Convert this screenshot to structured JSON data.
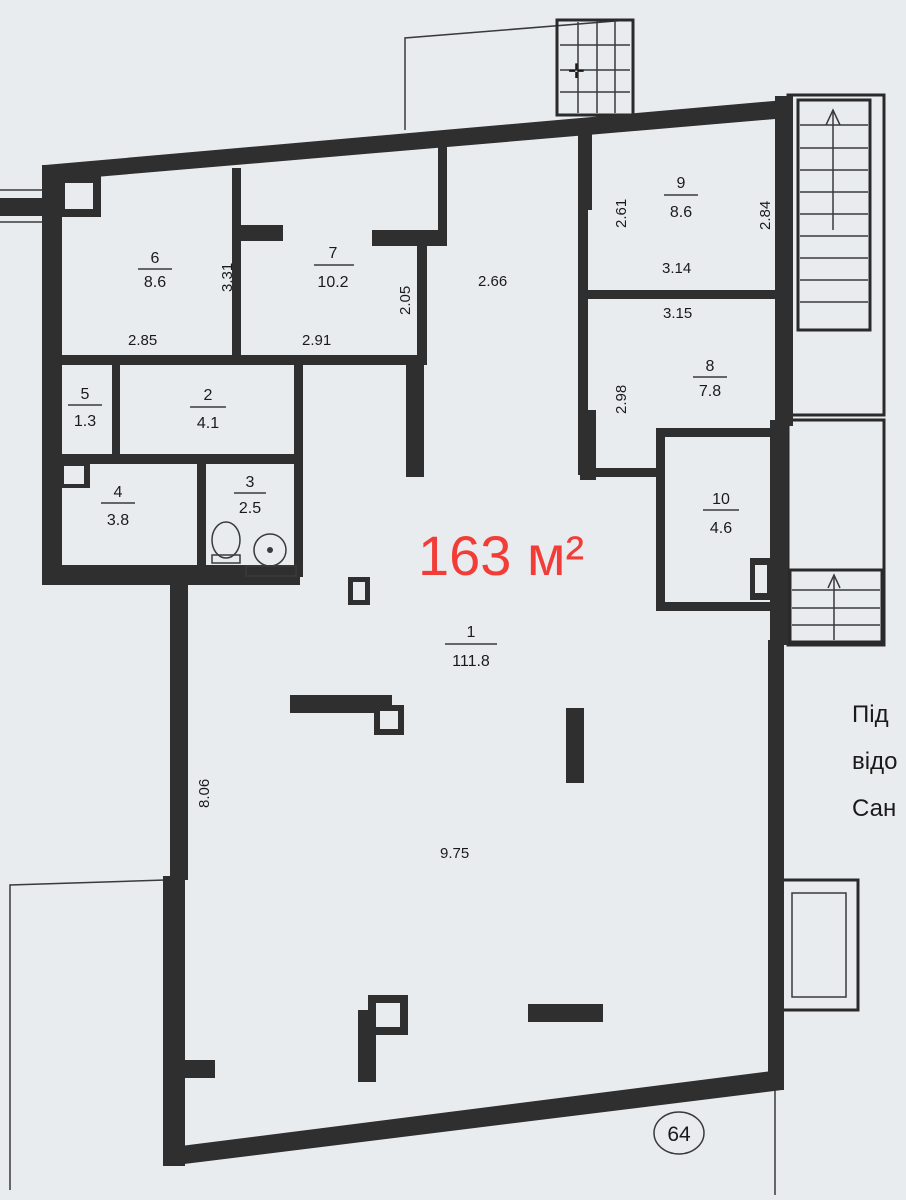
{
  "plan": {
    "total_area": "163 м²",
    "building_number": "64",
    "side_note": [
      "Під",
      "відо",
      "Сан"
    ],
    "rooms": [
      {
        "id": "1",
        "num": "1",
        "area": "111.8"
      },
      {
        "id": "2",
        "num": "2",
        "area": "4.1"
      },
      {
        "id": "3",
        "num": "3",
        "area": "2.5"
      },
      {
        "id": "4",
        "num": "4",
        "area": "3.8"
      },
      {
        "id": "5",
        "num": "5",
        "area": "1.3"
      },
      {
        "id": "6",
        "num": "6",
        "area": "8.6"
      },
      {
        "id": "7",
        "num": "7",
        "area": "10.2"
      },
      {
        "id": "8",
        "num": "8",
        "area": "7.8"
      },
      {
        "id": "9",
        "num": "9",
        "area": "8.6"
      },
      {
        "id": "10",
        "num": "10",
        "area": "4.6"
      }
    ],
    "dimensions": [
      "2.85",
      "3.31",
      "2.91",
      "2.05",
      "2.66",
      "2.61",
      "2.84",
      "3.14",
      "3.15",
      "2.98",
      "8.06",
      "9.75"
    ]
  },
  "colors": {
    "wall": "#2f2f2f",
    "paper": "#e9ecef",
    "highlight": "#f23c37"
  }
}
